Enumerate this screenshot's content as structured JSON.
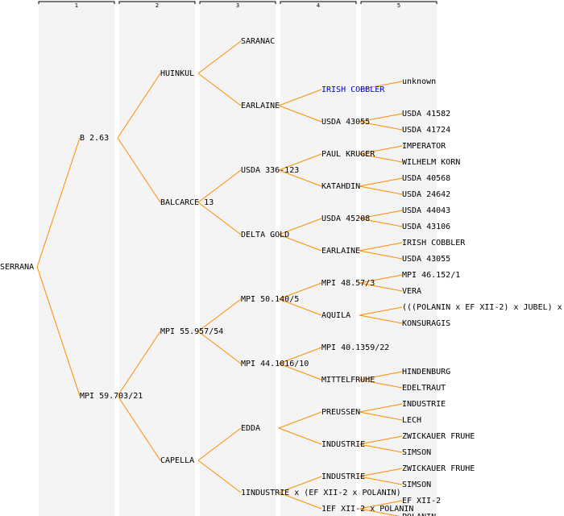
{
  "colors": {
    "edge": "#ff8c00",
    "link": "#0000cc",
    "text": "#000000",
    "column": "#f4f4f4"
  },
  "generations": [
    "1",
    "2",
    "3",
    "4",
    "5"
  ],
  "root": {
    "label": "SERRANA",
    "children": [
      {
        "label": "B 2.63",
        "children": [
          {
            "label": "HUINKUL",
            "children": [
              {
                "label": "SARANAC",
                "children": []
              },
              {
                "label": "EARLAINE",
                "children": [
                  {
                    "label": "IRISH COBBLER",
                    "link": true,
                    "children": [
                      {
                        "label": "unknown",
                        "children": []
                      }
                    ]
                  },
                  {
                    "label": "USDA 43055",
                    "children": [
                      {
                        "label": "USDA 41582",
                        "children": []
                      },
                      {
                        "label": "USDA 41724",
                        "children": []
                      }
                    ]
                  }
                ]
              }
            ]
          },
          {
            "label": "BALCARCE 13",
            "children": [
              {
                "label": "USDA 336-123",
                "children": [
                  {
                    "label": "PAUL KRUGER",
                    "children": [
                      {
                        "label": "IMPERATOR",
                        "children": []
                      },
                      {
                        "label": "WILHELM KORN",
                        "children": []
                      }
                    ]
                  },
                  {
                    "label": "KATAHDIN",
                    "children": [
                      {
                        "label": "USDA 40568",
                        "children": []
                      },
                      {
                        "label": "USDA 24642",
                        "children": []
                      }
                    ]
                  }
                ]
              },
              {
                "label": "DELTA GOLD",
                "children": [
                  {
                    "label": "USDA 45208",
                    "children": [
                      {
                        "label": "USDA 44043",
                        "children": []
                      },
                      {
                        "label": "USDA 43106",
                        "children": []
                      }
                    ]
                  },
                  {
                    "label": "EARLAINE",
                    "children": [
                      {
                        "label": "IRISH COBBLER",
                        "children": []
                      },
                      {
                        "label": "USDA 43055",
                        "children": []
                      }
                    ]
                  }
                ]
              }
            ]
          }
        ]
      },
      {
        "label": "MPI 59.703/21",
        "children": [
          {
            "label": "MPI 55.957/54",
            "children": [
              {
                "label": "MPI 50.140/5",
                "children": [
                  {
                    "label": "MPI 48.57/3",
                    "children": [
                      {
                        "label": "MPI 46.152/1",
                        "children": []
                      },
                      {
                        "label": "VERA",
                        "children": []
                      }
                    ]
                  },
                  {
                    "label": "AQUILA",
                    "children": [
                      {
                        "label": "(((POLANIN x EF XII-2) x JUBEL) x",
                        "children": []
                      },
                      {
                        "label": "KONSURAGIS",
                        "children": []
                      }
                    ]
                  }
                ]
              },
              {
                "label": "MPI 44.1016/10",
                "children": [
                  {
                    "label": "MPI 40.1359/22",
                    "children": []
                  },
                  {
                    "label": "MITTELFRUHE",
                    "children": [
                      {
                        "label": "HINDENBURG",
                        "children": []
                      },
                      {
                        "label": "EDELTRAUT",
                        "children": []
                      }
                    ]
                  }
                ]
              }
            ]
          },
          {
            "label": "CAPELLA",
            "children": [
              {
                "label": "EDDA",
                "children": [
                  {
                    "label": "PREUSSEN",
                    "children": [
                      {
                        "label": "INDUSTRIE",
                        "children": []
                      },
                      {
                        "label": "LECH",
                        "children": []
                      }
                    ]
                  },
                  {
                    "label": "INDUSTRIE",
                    "children": [
                      {
                        "label": "ZWICKAUER FRUHE",
                        "children": []
                      },
                      {
                        "label": "SIMSON",
                        "children": []
                      }
                    ]
                  }
                ]
              },
              {
                "label": "1INDUSTRIE x (EF XII-2 x POLANIN)",
                "children": [
                  {
                    "label": "INDUSTRIE",
                    "children": [
                      {
                        "label": "ZWICKAUER FRUHE",
                        "children": []
                      },
                      {
                        "label": "SIMSON",
                        "children": []
                      }
                    ]
                  },
                  {
                    "label": "1EF XII-2 x POLANIN",
                    "children": [
                      {
                        "label": "EF XII-2",
                        "children": []
                      },
                      {
                        "label": "POLANIN",
                        "children": []
                      }
                    ]
                  }
                ]
              }
            ]
          }
        ]
      }
    ]
  }
}
